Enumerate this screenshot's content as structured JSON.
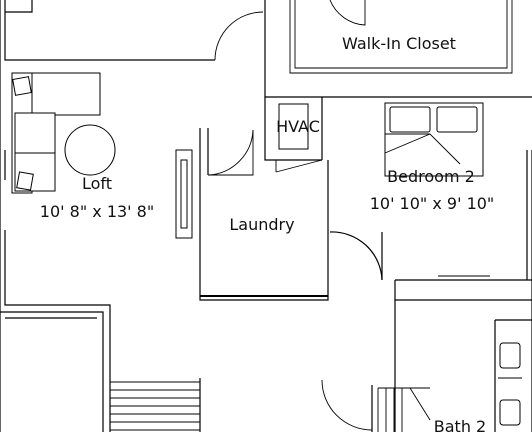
{
  "rooms": {
    "walk_in_closet": {
      "name": "Walk-In Closet"
    },
    "hvac": {
      "name": "HVAC"
    },
    "loft": {
      "name": "Loft",
      "dimensions": "10' 8\" x 13' 8\""
    },
    "bedroom_2": {
      "name": "Bedroom 2",
      "dimensions": "10' 10\" x 9' 10\""
    },
    "laundry": {
      "name": "Laundry"
    },
    "bath_2": {
      "name": "Bath 2"
    }
  },
  "colors": {
    "line": "#000000",
    "background": "#ffffff"
  }
}
